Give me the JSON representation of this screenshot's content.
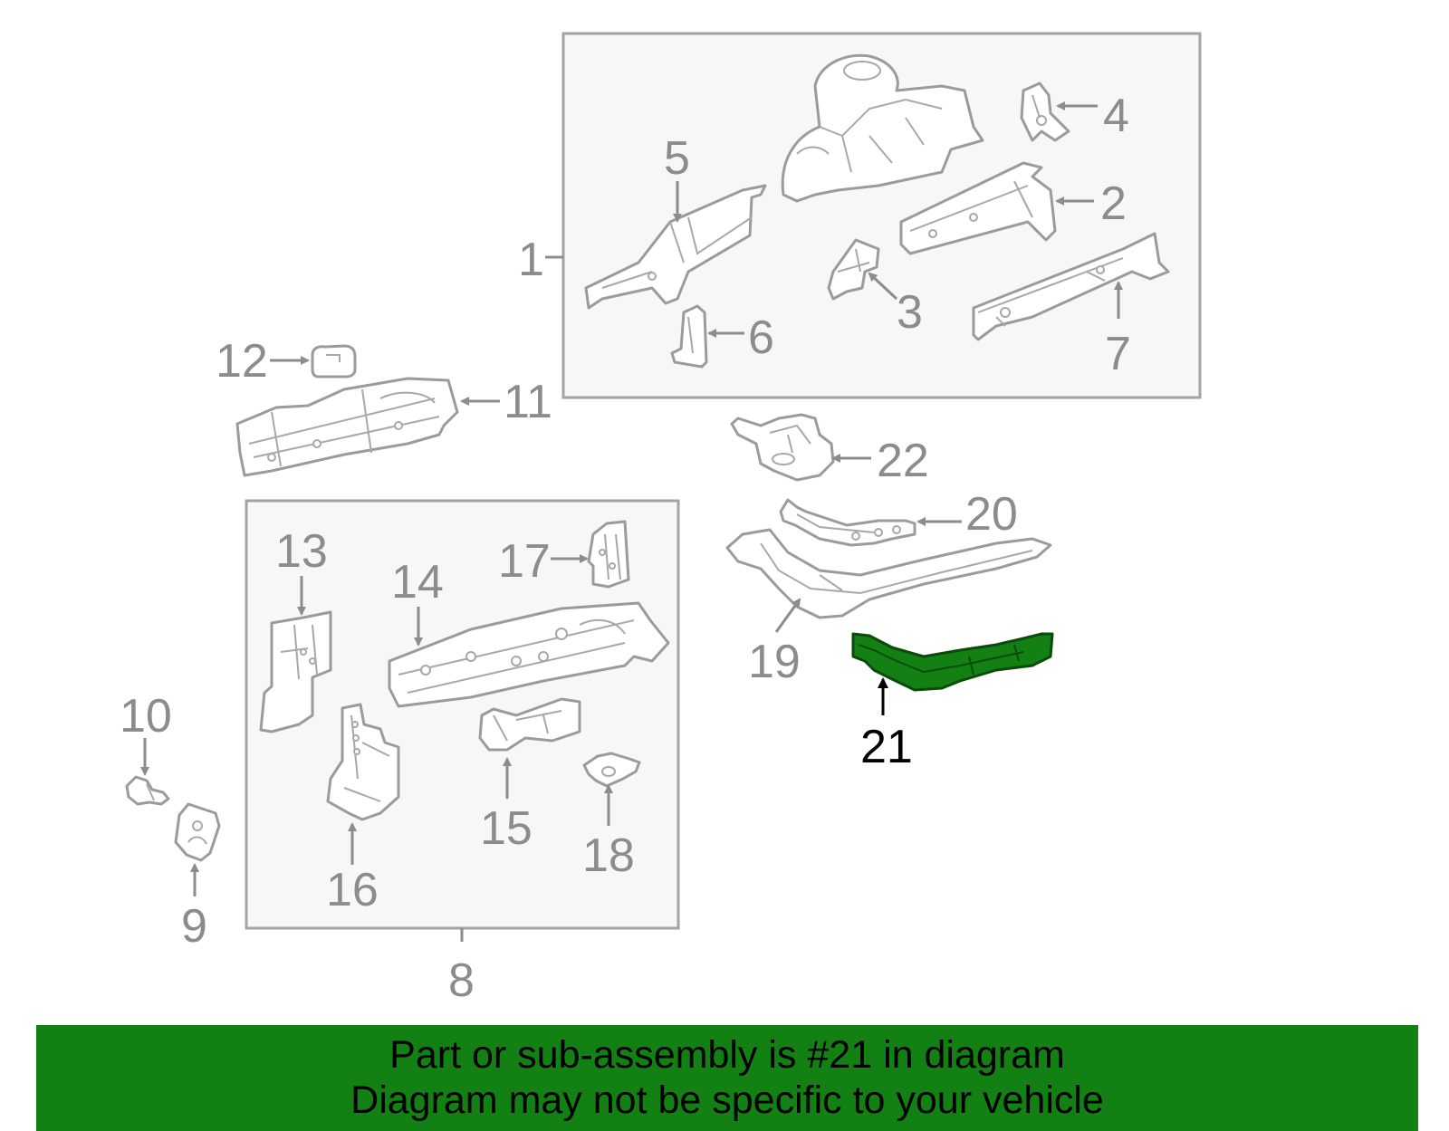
{
  "diagram": {
    "callouts": [
      "1",
      "2",
      "3",
      "4",
      "5",
      "6",
      "7",
      "8",
      "9",
      "10",
      "11",
      "12",
      "13",
      "14",
      "15",
      "16",
      "17",
      "18",
      "19",
      "20",
      "21",
      "22"
    ],
    "highlighted_callout": "21",
    "colors": {
      "highlight": "#138013",
      "line": "#9b9b9b",
      "frame_fill": "#f7f7f7"
    }
  },
  "banner": {
    "line1": "Part or sub-assembly is #21 in diagram",
    "line2": "Diagram may not be specific to your vehicle"
  }
}
